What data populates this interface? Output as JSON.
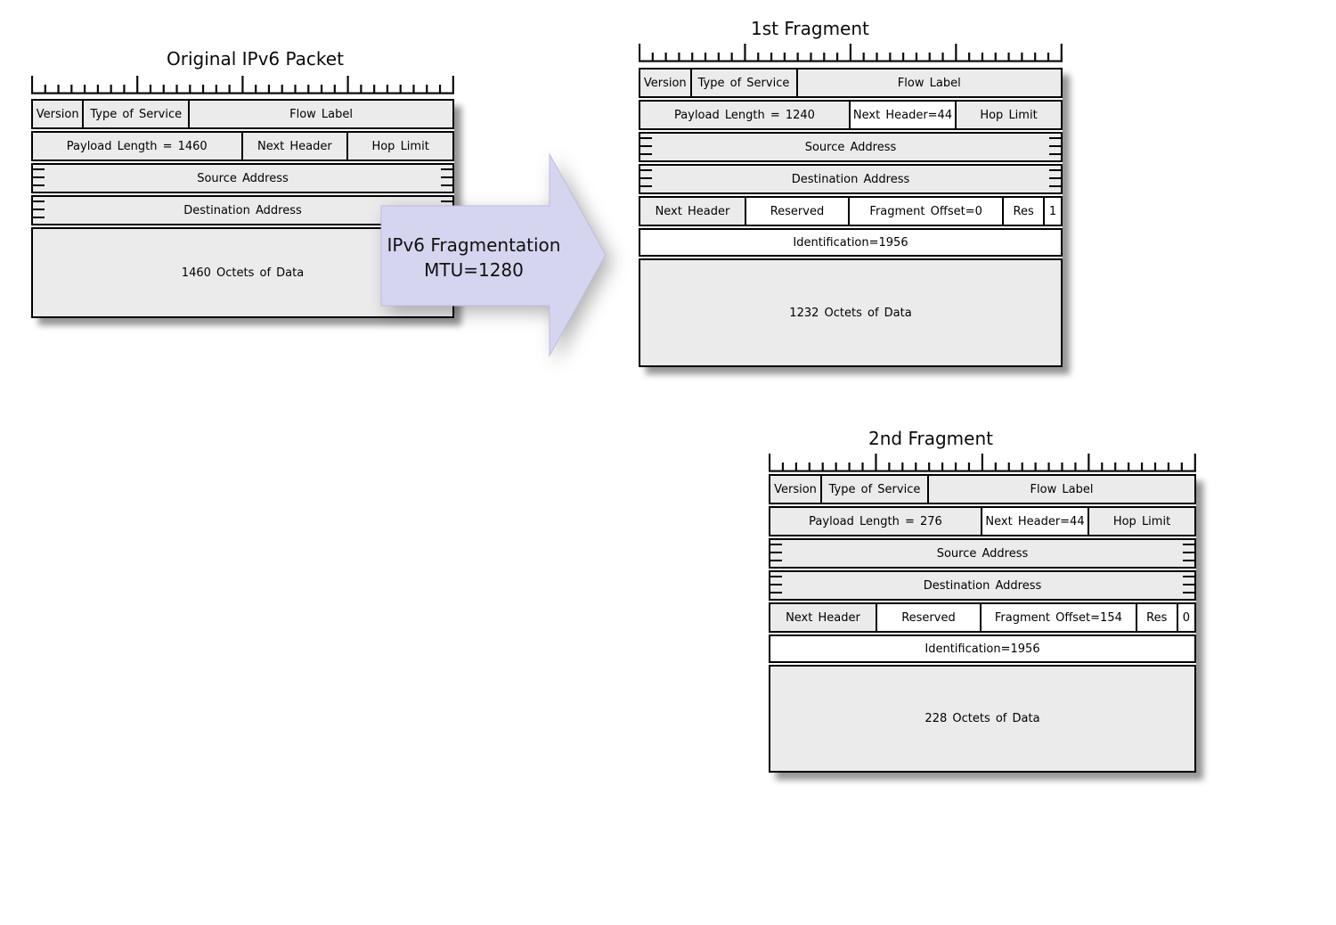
{
  "colors": {
    "cell_fill": "#ebebeb",
    "highlight_cell_fill": "#ffffff",
    "border": "#000000",
    "arrow_fill": "#d5d5f0",
    "shadow": "rgba(0,0,0,0.42)"
  },
  "arrow": {
    "label_line1": "IPv6 Fragmentation",
    "label_line2": "MTU=1280",
    "fill": "#d5d5f0"
  },
  "packets": {
    "original": {
      "title": "Original IPv6 Packet",
      "rows": [
        {
          "cells": [
            "Version",
            "Type of Service",
            "Flow Label"
          ]
        },
        {
          "cells": [
            "Payload Length = 1460",
            "Next Header",
            "Hop Limit"
          ]
        },
        {
          "cells": [
            "Source Address"
          ]
        },
        {
          "cells": [
            "Destination Address"
          ]
        },
        {
          "cells": [
            "1460 Octets of Data"
          ]
        }
      ]
    },
    "frag1": {
      "title": "1st Fragment",
      "rows": [
        {
          "cells": [
            "Version",
            "Type of Service",
            "Flow Label"
          ]
        },
        {
          "cells": [
            "Payload Length = 1240",
            "Next Header=44",
            "Hop Limit"
          ]
        },
        {
          "cells": [
            "Source Address"
          ]
        },
        {
          "cells": [
            "Destination Address"
          ]
        },
        {
          "cells": [
            "Next Header",
            "Reserved",
            "Fragment Offset=0",
            "Res",
            "1"
          ]
        },
        {
          "cells": [
            "Identification=1956"
          ]
        },
        {
          "cells": [
            "1232 Octets of Data"
          ]
        }
      ]
    },
    "frag2": {
      "title": "2nd Fragment",
      "rows": [
        {
          "cells": [
            "Version",
            "Type of Service",
            "Flow Label"
          ]
        },
        {
          "cells": [
            "Payload Length = 276",
            "Next Header=44",
            "Hop Limit"
          ]
        },
        {
          "cells": [
            "Source Address"
          ]
        },
        {
          "cells": [
            "Destination Address"
          ]
        },
        {
          "cells": [
            "Next Header",
            "Reserved",
            "Fragment Offset=154",
            "Res",
            "0"
          ]
        },
        {
          "cells": [
            "Identification=1956"
          ]
        },
        {
          "cells": [
            "228 Octets of Data"
          ]
        }
      ]
    }
  }
}
